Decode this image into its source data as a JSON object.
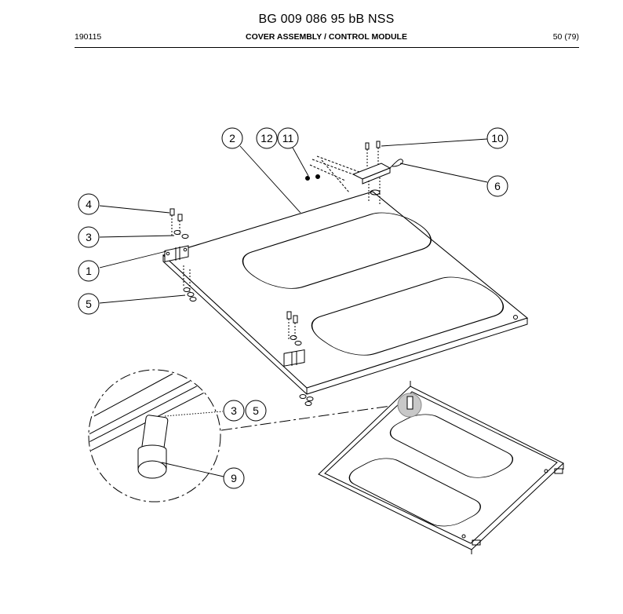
{
  "header": {
    "doc_number": "BG 009 086 95 bB NSS",
    "date_code": "190115",
    "section_title": "COVER ASSEMBLY / CONTROL MODULE",
    "page": "50 (79)"
  },
  "callouts": {
    "c1": "1",
    "c2": "2",
    "c3a": "3",
    "c3b": "3",
    "c4": "4",
    "c5a": "5",
    "c5b": "5",
    "c6": "6",
    "c9": "9",
    "c10": "10",
    "c11": "11",
    "c12": "12"
  }
}
